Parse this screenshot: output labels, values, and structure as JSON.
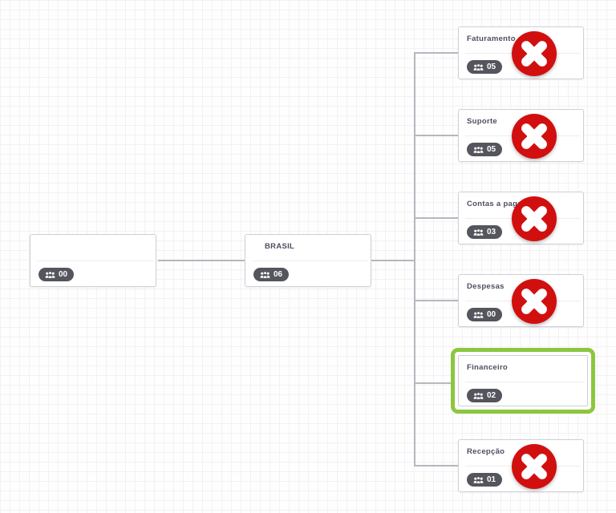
{
  "diagram": {
    "root": {
      "title": "",
      "count": "00"
    },
    "parent": {
      "title": "BRASIL",
      "count": "06"
    },
    "children": [
      {
        "title": "Faturamento",
        "count": "05",
        "deletable": true,
        "selected": false
      },
      {
        "title": "Suporte",
        "count": "05",
        "deletable": true,
        "selected": false
      },
      {
        "title": "Contas a pagar",
        "count": "03",
        "deletable": true,
        "selected": false
      },
      {
        "title": "Despesas",
        "count": "00",
        "deletable": true,
        "selected": false
      },
      {
        "title": "Financeiro",
        "count": "02",
        "deletable": false,
        "selected": true
      },
      {
        "title": "Recepção",
        "count": "01",
        "deletable": true,
        "selected": false
      }
    ]
  },
  "icons": {
    "members_badge": "users-icon",
    "delete_button": "close-icon"
  },
  "colors": {
    "delete_red": "#d20f0f",
    "selection_green": "#8dc63f",
    "badge_background": "#54555d",
    "connector_line": "#b7b7bf"
  }
}
